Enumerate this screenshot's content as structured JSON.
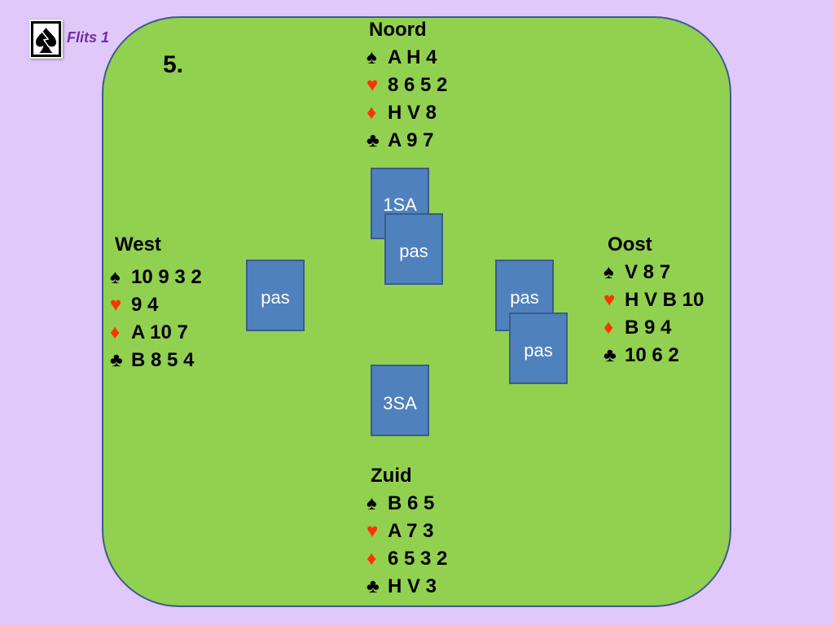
{
  "header": {
    "logo_text": "Flits 1",
    "deal_number": "5."
  },
  "colors": {
    "background": "#e1c8fb",
    "table": "#92d050",
    "card": "#4f81bd",
    "red_suit": "#ff3300",
    "logo_text": "#7030a0"
  },
  "icons": {
    "logo": "spade-icon",
    "spades": "spade-icon",
    "hearts": "heart-icon",
    "diamonds": "diamond-icon",
    "clubs": "club-icon"
  },
  "suit_glyphs": {
    "spades": "♠",
    "hearts": "♥",
    "diamonds": "♦",
    "clubs": "♣"
  },
  "hands": {
    "north": {
      "name": "Noord",
      "spades": "A H 4",
      "hearts": "8 6 5 2",
      "diamonds": "H V 8",
      "clubs": "A 9 7"
    },
    "west": {
      "name": "West",
      "spades": "10 9 3 2",
      "hearts": "9 4",
      "diamonds": "A 10 7",
      "clubs": "B 8 5 4"
    },
    "east": {
      "name": "Oost",
      "spades": "V 8 7",
      "hearts": "H V B 10",
      "diamonds": "B 9 4",
      "clubs": "10 6 2"
    },
    "south": {
      "name": "Zuid",
      "spades": "B 6 5",
      "hearts": "A 7 3",
      "diamonds": "6 5 3 2",
      "clubs": "H V 3"
    }
  },
  "bidding": {
    "north": [
      "1SA",
      "pas"
    ],
    "west": [
      "pas"
    ],
    "east": [
      "pas",
      "pas"
    ],
    "south": [
      "3SA"
    ]
  }
}
